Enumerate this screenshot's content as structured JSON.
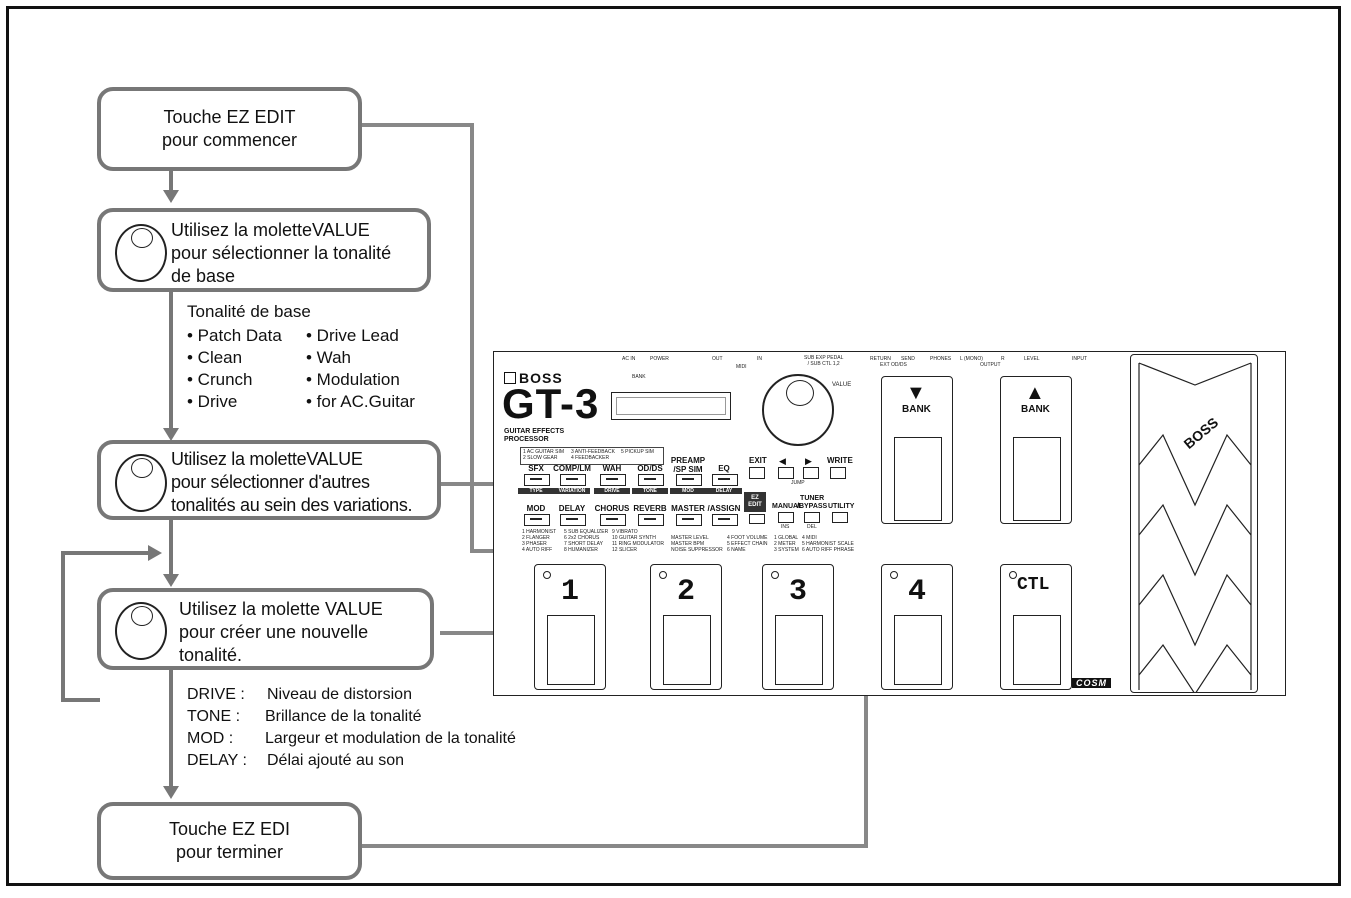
{
  "flow": {
    "start_box": "Touche EZ EDIT\npour commencer",
    "step1_box": "Utilisez la moletteVALUE\npour sélectionner la tonalité\nde base",
    "base_title": "Tonalité de base",
    "base_left": [
      "• Patch Data",
      "• Clean",
      "• Crunch",
      "• Drive"
    ],
    "base_right": [
      "• Drive Lead",
      "• Wah",
      "• Modulation",
      "• for AC.Guitar"
    ],
    "step2_box": "Utilisez la moletteVALUE\npour sélectionner d'autres\ntonalités au sein des variations.",
    "step3_box": "Utilisez la molette VALUE\npour créer une nouvelle\ntonalité.",
    "params": [
      {
        "key": "DRIVE :",
        "desc": "Niveau de distorsion"
      },
      {
        "key": "TONE :",
        "desc": "Brillance de la tonalité"
      },
      {
        "key": "MOD :",
        "desc": "Largeur et modulation de la tonalité"
      },
      {
        "key": "DELAY :",
        "desc": "Délai ajouté au son"
      }
    ],
    "end_box": "Touche EZ EDI\npour terminer"
  },
  "device": {
    "brand": "BOSS",
    "model": "GT-3",
    "subtitle": "GUITAR EFFECTS\nPROCESSOR",
    "value_label": "VALUE",
    "bank_label": "BANK",
    "top_labels": [
      "AC IN",
      "POWER",
      "OUT",
      "IN",
      "MIDI",
      "SUB EXP PEDAL\n/ SUB CTL 1,2",
      "RETURN",
      "SEND",
      "EXT OD/DS",
      "PHONES",
      "L (MONO)",
      "R",
      "OUTPUT",
      "LEVEL",
      "INPUT"
    ],
    "row1_buttons": [
      "SFX",
      "COMP/LM",
      "WAH",
      "OD/DS",
      "PREAMP\n/SP SIM",
      "EQ"
    ],
    "row1_sub": [
      "TYPE",
      "VARIATION",
      "DRIVE",
      "TONE",
      "MOD",
      "DELAY"
    ],
    "row2_buttons": [
      "MOD",
      "DELAY",
      "CHORUS",
      "REVERB",
      "MASTER",
      "/ASSIGN"
    ],
    "right_buttons": [
      "EXIT",
      "WRITE",
      "MANUAL",
      "TUNER\n/BYPASS",
      "UTILITY"
    ],
    "ez_label": "EZ\nEDIT",
    "ins_label": "INS",
    "del_label": "DEL",
    "jump_label": "JUMP",
    "sfx_list": [
      "1 AC GUITAR SIM",
      "2 SLOW GEAR",
      "3 ANTI-FEEDBACK",
      "4 FEEDBACKER",
      "5 PICKUP SIM"
    ],
    "mod_list": [
      "1 HARMONIST",
      "2 FLANGER",
      "3 PHASER",
      "4 AUTO RIFF",
      "5 SUB EQUALIZER",
      "6 2x2 CHORUS",
      "7 SHORT DELAY",
      "8 HUMANIZER",
      "9 VIBRATO",
      "10 GUITAR SYNTH",
      "11 RING MODULATOR",
      "12 SLICER"
    ],
    "master_list": [
      "MASTER LEVEL",
      "MASTER BPM",
      "NOISE SUPPRESSOR",
      "4 FOOT VOLUME",
      "5 EFFECT CHAIN",
      "6 NAME"
    ],
    "utility_list": [
      "1 GLOBAL",
      "2 METER",
      "3 SYSTEM",
      "4 MIDI",
      "5 HARMONIST SCALE",
      "6 AUTO RIFF PHRASE"
    ],
    "pedals": [
      "1",
      "2",
      "3",
      "4",
      "CTL"
    ],
    "cosm": "COSM",
    "exp_brand": "BOSS"
  }
}
